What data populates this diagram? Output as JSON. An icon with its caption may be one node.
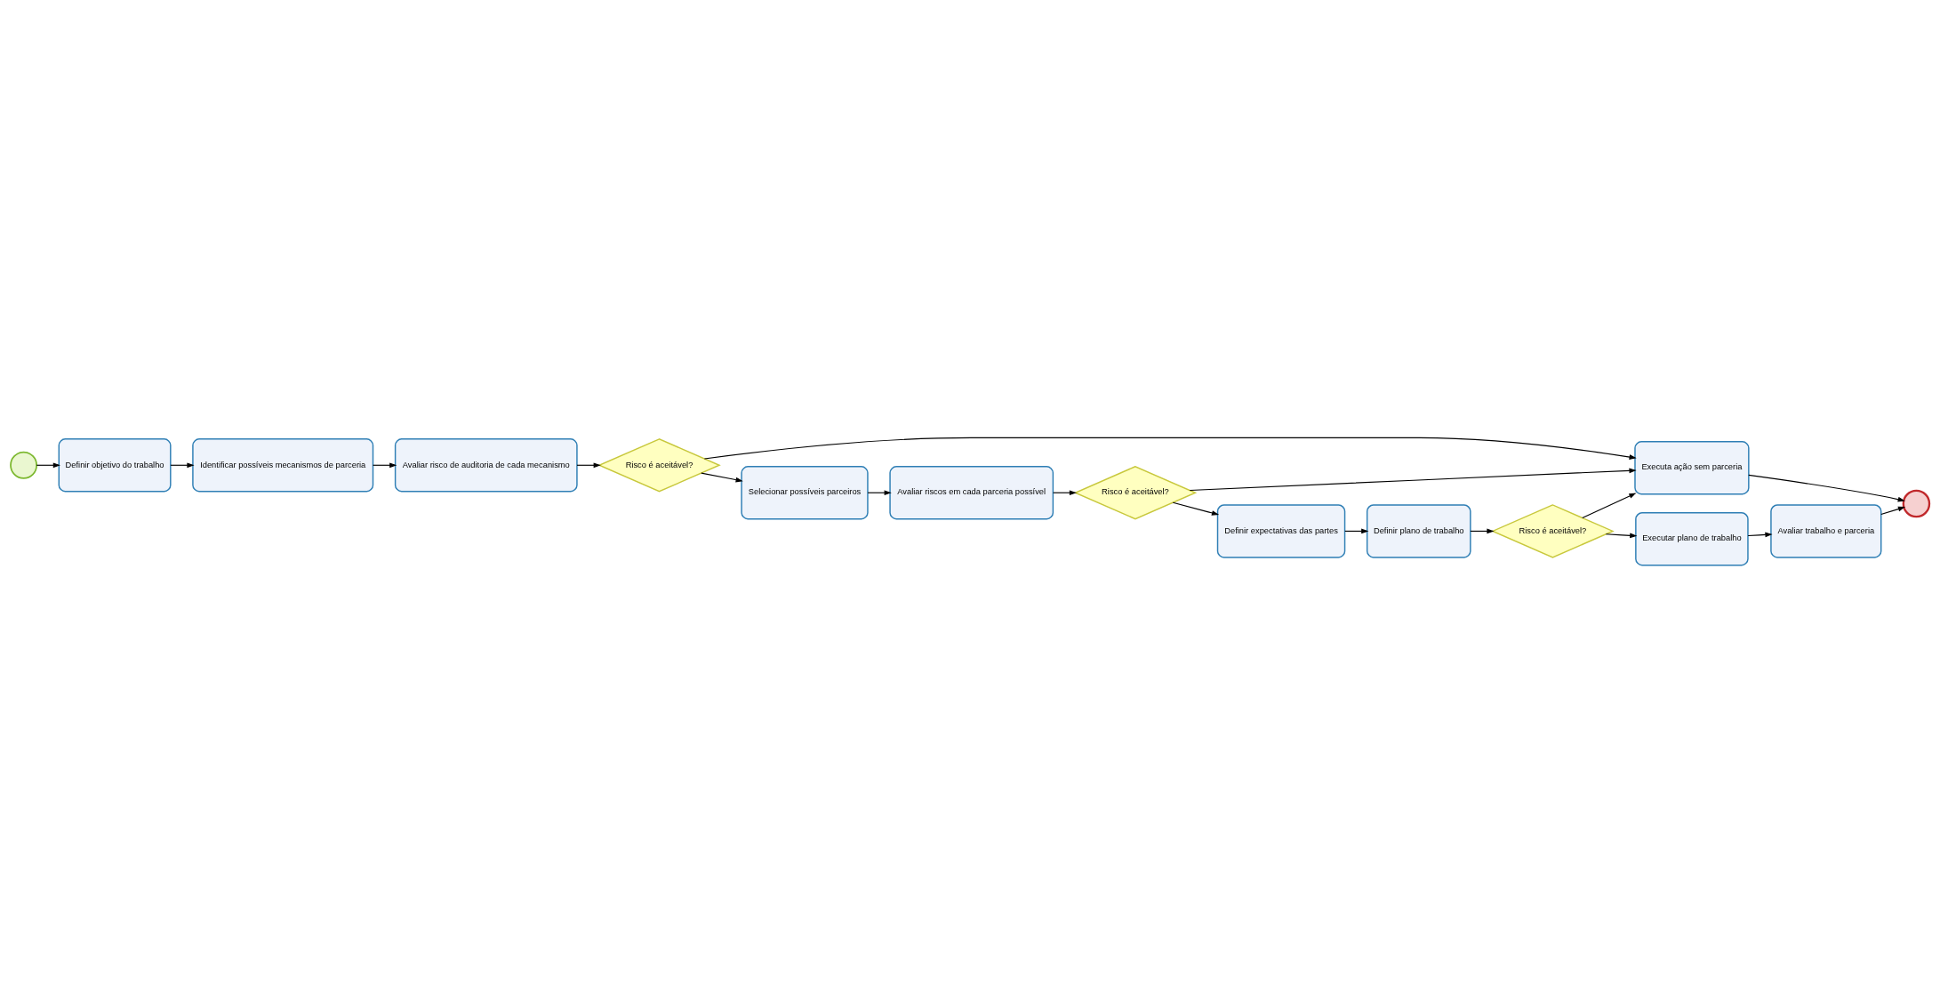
{
  "diagram": {
    "nodes": [
      {
        "text": [],
        "shape": "circle"
      },
      {
        "text": [
          "Definir objetivo do trabalho"
        ]
      },
      {
        "text": [
          "Identificar possíveis mecanismos de parceria"
        ]
      },
      {
        "text": [
          "Avaliar risco de auditoria de cada mecanismo"
        ]
      },
      {
        "text": [
          "Risco é aceitável?"
        ]
      },
      {
        "text": [
          "Executa ação sem parceria"
        ]
      },
      {
        "text": [
          "Selecionar possíveis parceiros"
        ]
      },
      {
        "text": [
          "Avaliar riscos em cada parceria possível"
        ]
      },
      {
        "text": [
          "Risco é aceitável?"
        ]
      },
      {
        "text": [
          "Definir expectativas das partes"
        ]
      },
      {
        "text": [
          "Definir plano de trabalho"
        ]
      },
      {
        "text": [
          "Risco é aceitável?"
        ]
      },
      {
        "text": [
          "Executar plano de trabalho"
        ]
      },
      {
        "text": [
          "Avaliar trabalho e parceria"
        ]
      },
      {
        "text": [],
        "shape": "circle"
      }
    ],
    "edges": [
      {
        "from": 0,
        "to": 1,
        "arrow": "to"
      },
      {
        "from": 1,
        "to": 2,
        "arrow": "to"
      },
      {
        "from": 2,
        "to": 3,
        "arrow": "to"
      },
      {
        "from": 3,
        "to": 4,
        "arrow": "to"
      },
      {
        "from": 4,
        "to": 5,
        "arrow": "to"
      },
      {
        "from": 4,
        "to": 6,
        "arrow": "to"
      },
      {
        "from": 6,
        "to": 7,
        "arrow": "to"
      },
      {
        "from": 7,
        "to": 8,
        "arrow": "to"
      },
      {
        "from": 8,
        "to": 5,
        "arrow": "to"
      },
      {
        "from": 8,
        "to": 9,
        "arrow": "to"
      },
      {
        "from": 9,
        "to": 10,
        "arrow": "to"
      },
      {
        "from": 10,
        "to": 11,
        "arrow": "to"
      },
      {
        "from": 11,
        "to": 5,
        "arrow": "to"
      },
      {
        "from": 11,
        "to": 12,
        "arrow": "to"
      },
      {
        "from": 12,
        "to": 13,
        "arrow": "to"
      },
      {
        "from": 13,
        "to": 14,
        "arrow": "to"
      },
      {
        "from": 5,
        "to": 14,
        "arrow": "to"
      }
    ]
  }
}
